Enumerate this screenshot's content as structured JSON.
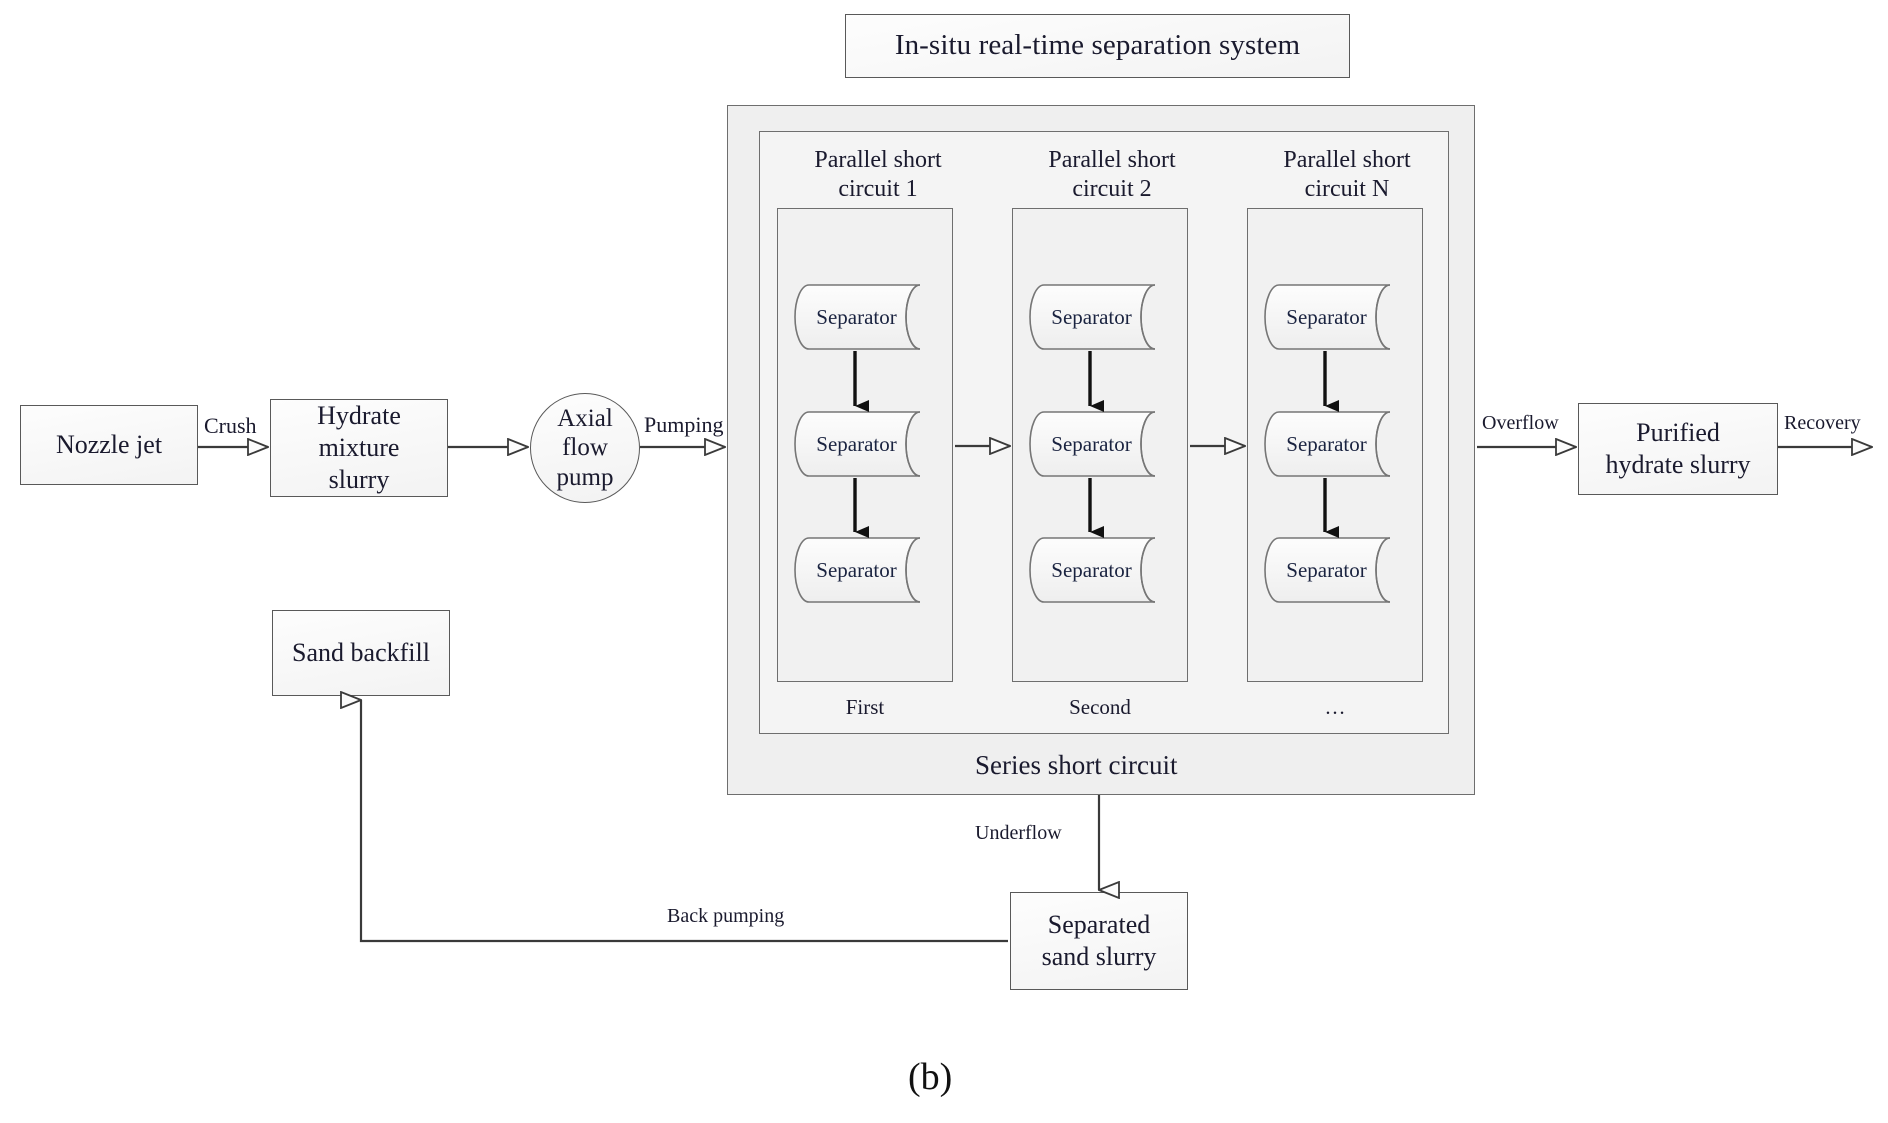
{
  "diagram": {
    "caption": "(b)",
    "title": "In-situ real-time separation system",
    "nodes": {
      "nozzle_jet": "Nozzle jet",
      "hydrate_mixture_slurry": [
        "Hydrate",
        "mixture",
        "slurry"
      ],
      "axial_flow_pump": [
        "Axial",
        "flow",
        "pump"
      ],
      "purified_hydrate_slurry": [
        "Purified",
        "hydrate slurry"
      ],
      "sand_backfill": "Sand backfill",
      "separated_sand_slurry": [
        "Separated",
        "sand slurry"
      ]
    },
    "edge_labels": {
      "crush": "Crush",
      "pumping": "Pumping",
      "overflow": "Overflow",
      "recovery": "Recovery",
      "underflow": "Underflow",
      "back_pumping": "Back pumping"
    },
    "series_label": "Series short circuit",
    "columns": [
      {
        "header": [
          "Parallel short",
          "circuit 1"
        ],
        "caption": "First",
        "separators": [
          "Separator",
          "Separator",
          "Separator"
        ]
      },
      {
        "header": [
          "Parallel short",
          "circuit 2"
        ],
        "caption": "Second",
        "separators": [
          "Separator",
          "Separator",
          "Separator"
        ]
      },
      {
        "header": [
          "Parallel short",
          "circuit N"
        ],
        "caption": "…",
        "separators": [
          "Separator",
          "Separator",
          "Separator"
        ]
      }
    ],
    "colors": {
      "stroke": "#595959",
      "line": "#3a3a3a",
      "text": "#1a1a2e",
      "frame_fill": "#efefef",
      "box_fill": "#f6f6f6",
      "background": "#ffffff"
    }
  }
}
